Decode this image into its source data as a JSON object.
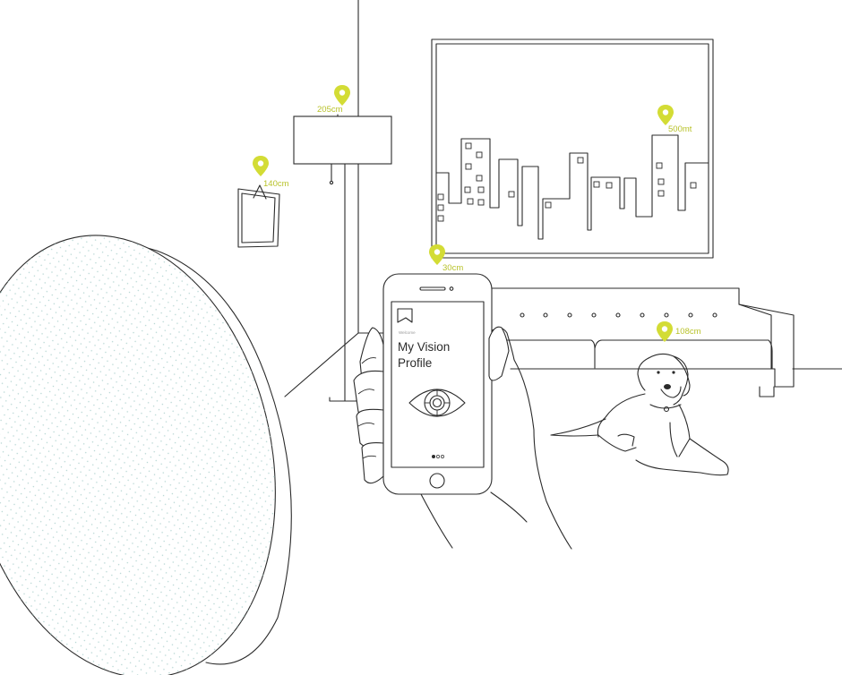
{
  "markers": [
    {
      "id": "lamp",
      "label": "205cm"
    },
    {
      "id": "frame",
      "label": "140cm"
    },
    {
      "id": "painting",
      "label": "500mt"
    },
    {
      "id": "phone",
      "label": "30cm"
    },
    {
      "id": "sofa",
      "label": "108cm"
    }
  ],
  "phone_screen": {
    "greeting": "Welcome",
    "title_line1": "My Vision",
    "title_line2": "Profile",
    "page_dots": 3,
    "active_dot": 1
  },
  "colors": {
    "accent": "#d3dc35",
    "line": "#2b2b2b",
    "background": "#ffffff",
    "dots": "#b5d5d2"
  },
  "icons": [
    "location-pin-icon",
    "eye-icon",
    "book-icon"
  ]
}
